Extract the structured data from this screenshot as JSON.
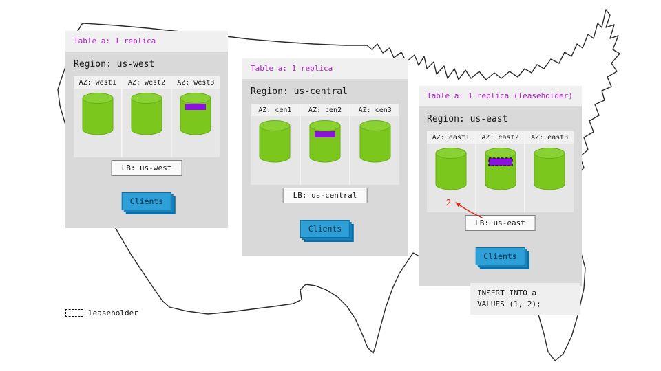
{
  "legend": {
    "label": "leaseholder"
  },
  "sql_box": {
    "lines": [
      "INSERT INTO a",
      "VALUES (1, 2);"
    ]
  },
  "east_annotations": {
    "step_number": "2"
  },
  "panels": [
    {
      "region": "us-west",
      "table_label": "Table a: 1 replica",
      "region_label": "Region: us-west",
      "azs": [
        {
          "label": "AZ: west1",
          "replica_band": "none"
        },
        {
          "label": "AZ: west2",
          "replica_band": "none"
        },
        {
          "label": "AZ: west3",
          "replica_band": "replica"
        }
      ],
      "lb_label": "LB: us-west",
      "clients_label": "Clients"
    },
    {
      "region": "us-central",
      "table_label": "Table a: 1 replica",
      "region_label": "Region: us-central",
      "azs": [
        {
          "label": "AZ: cen1",
          "replica_band": "none"
        },
        {
          "label": "AZ: cen2",
          "replica_band": "replica"
        },
        {
          "label": "AZ: cen3",
          "replica_band": "none"
        }
      ],
      "lb_label": "LB: us-central",
      "clients_label": "Clients"
    },
    {
      "region": "us-east",
      "table_label": "Table a: 1 replica (leaseholder)",
      "region_label": "Region: us-east",
      "azs": [
        {
          "label": "AZ: east1",
          "replica_band": "none"
        },
        {
          "label": "AZ: east2",
          "replica_band": "leaseholder"
        },
        {
          "label": "AZ: east3",
          "replica_band": "none"
        }
      ],
      "lb_label": "LB: us-east",
      "clients_label": "Clients"
    }
  ],
  "colors": {
    "replica_green": "#7cc71e",
    "range_purple": "#8b12dd",
    "table_header_text": "#b31ad2",
    "clients_blue": "#2f9fd8",
    "arrow_red": "#e0241b",
    "panel_gray": "#d9d9d9"
  }
}
